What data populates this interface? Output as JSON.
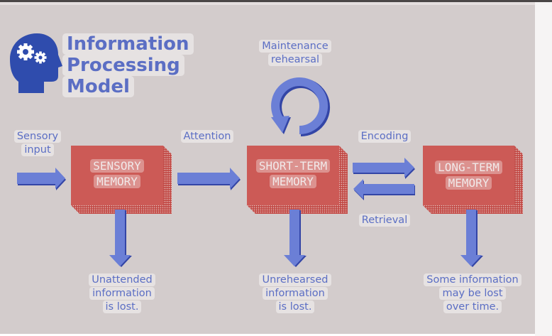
{
  "title": "Information\nProcessing\nModel",
  "colors": {
    "background": "#d3cccc",
    "box_front": "#cc5a56",
    "box_side": "#b9433f",
    "arrow_fill": "#6b7fd6",
    "arrow_edge": "#3345a6",
    "text": "#5b6ec4"
  },
  "icon": "head-with-gears-icon",
  "stages": [
    {
      "id": "sensory",
      "label": "SENSORY\nMEMORY"
    },
    {
      "id": "short-term",
      "label": "SHORT-TERM\nMEMORY"
    },
    {
      "id": "long-term",
      "label": "LONG-TERM\nMEMORY"
    }
  ],
  "flow_labels": {
    "input": "Sensory\ninput",
    "attention": "Attention",
    "encoding": "Encoding",
    "retrieval": "Retrieval",
    "rehearsal": "Maintenance\nrehearsal"
  },
  "loss_labels": {
    "sensory": "Unattended\ninformation\nis lost.",
    "short_term": "Unrehearsed\ninformation\nis lost.",
    "long_term": "Some information\nmay be lost\nover time."
  }
}
